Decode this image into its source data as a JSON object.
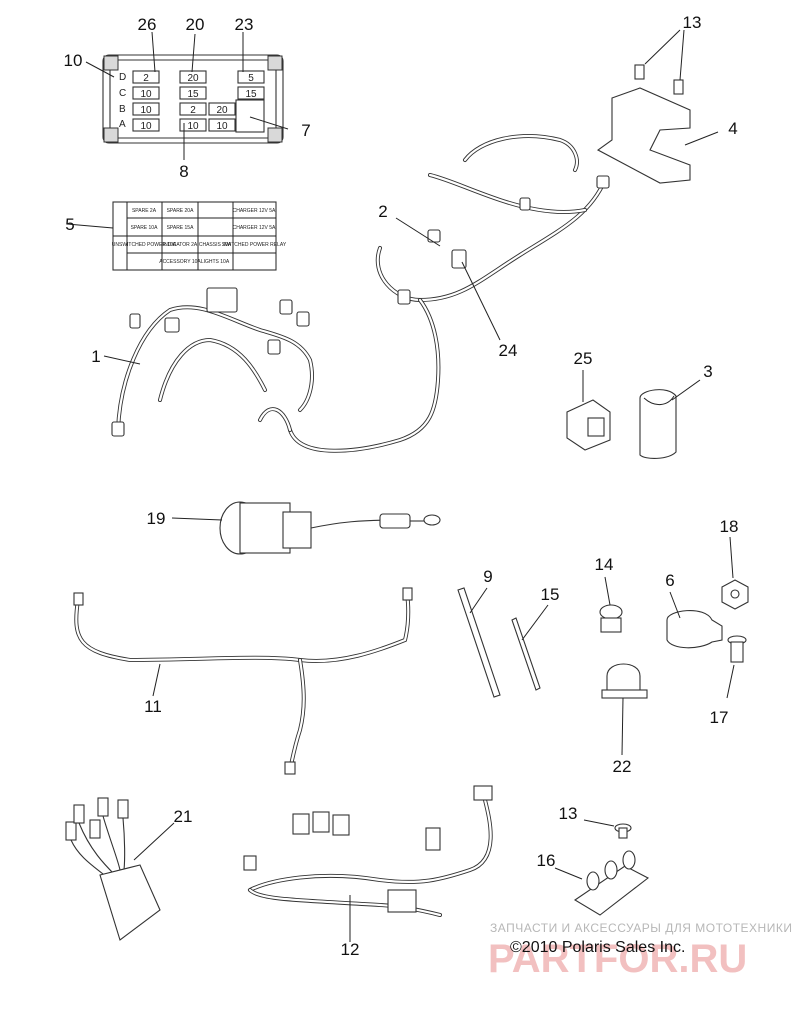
{
  "fuse_box_label": {
    "rows": [
      [
        "SPARE 2A",
        "SPARE 20A",
        "",
        "CHARGER 12V 5A"
      ],
      [
        "SPARE 10A",
        "SPARE 15A",
        "",
        "CHARGER 12V 5A"
      ],
      [
        "UNSWITCHED POWER 10A",
        "INDICATOR 2A",
        "CHASSIS 20A",
        "SWITCHED POWER RELAY"
      ],
      [
        "",
        "ACCESSORY 10A",
        "LIGHTS 10A",
        ""
      ]
    ]
  },
  "fuse_box": {
    "row_letters": [
      "D",
      "C",
      "B",
      "A"
    ],
    "fuse_values": [
      "2",
      "20",
      "5",
      "10",
      "15",
      "15",
      "10",
      "2",
      "20",
      "10",
      "10",
      "10"
    ]
  },
  "callouts": [
    "26",
    "20",
    "23",
    "10",
    "7",
    "8",
    "13",
    "4",
    "5",
    "2",
    "24",
    "1",
    "25",
    "3",
    "19",
    "18",
    "9",
    "15",
    "14",
    "6",
    "17",
    "22",
    "11",
    "21",
    "13",
    "16",
    "12"
  ],
  "watermark": {
    "tagline": "ЗАПЧАСТИ И АКСЕССУАРЫ ДЛЯ МОТОТЕХНИКИ",
    "logo": "PARTFOR.RU"
  },
  "copyright": "©2010 Polaris Sales Inc."
}
